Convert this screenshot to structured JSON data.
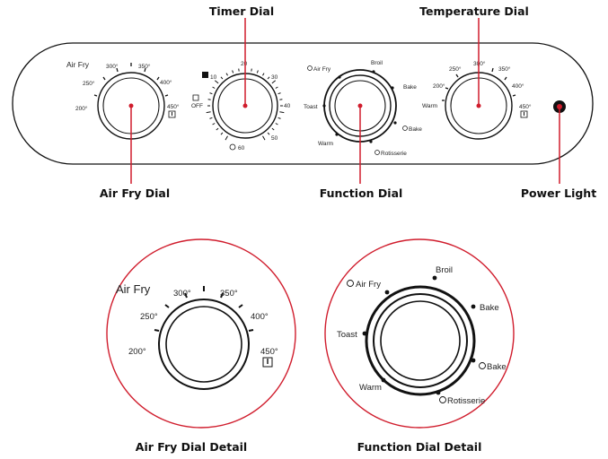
{
  "callouts": {
    "timer_dial": "Timer Dial",
    "temperature_dial": "Temperature Dial",
    "air_fry_dial": "Air Fry Dial",
    "function_dial": "Function Dial",
    "power_light": "Power Light",
    "air_fry_detail": "Air Fry Dial Detail",
    "function_detail": "Function Dial Detail"
  },
  "air_fry_dial": {
    "title": "Air Fry",
    "temps": [
      "200°",
      "250°",
      "300°",
      "350°",
      "400°",
      "450°"
    ]
  },
  "timer_dial": {
    "labels": [
      "OFF",
      "10",
      "20",
      "30",
      "40",
      "50",
      "60"
    ]
  },
  "function_dial": {
    "modes": [
      "Air Fry",
      "Broil",
      "Bake",
      "Bake",
      "Rotisserie",
      "Warm",
      "Toast"
    ]
  },
  "temperature_dial": {
    "temps": [
      "Warm",
      "200°",
      "250°",
      "300°",
      "350°",
      "400°",
      "450°"
    ]
  },
  "colors": {
    "accent": "#d01c2c",
    "outline": "#111111"
  },
  "icons": [
    "timer-icon",
    "bell-icon",
    "fan-icon",
    "steam-icon",
    "thermometer-icon"
  ]
}
